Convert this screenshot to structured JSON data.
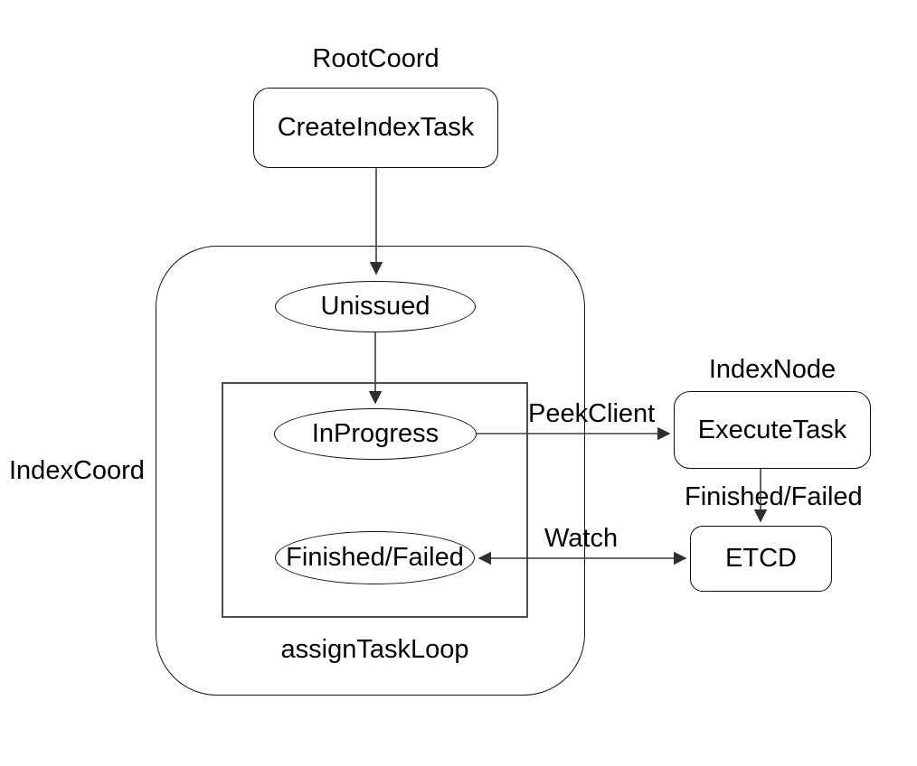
{
  "diagram": {
    "background": "#ffffff",
    "line_color": "#3c3c3c",
    "text_color": "#000000",
    "group_labels": {
      "root_coord": "RootCoord",
      "index_coord": "IndexCoord",
      "index_node": "IndexNode",
      "assign_task_loop": "assignTaskLoop"
    },
    "nodes": {
      "create_index_task": "CreateIndexTask",
      "unissued": "Unissued",
      "in_progress": "InProgress",
      "finished_failed": "Finished/Failed",
      "execute_task": "ExecuteTask",
      "etcd": "ETCD"
    },
    "edge_labels": {
      "peek_client": "PeekClient",
      "finished_failed": "Finished/Failed",
      "watch": "Watch"
    },
    "edges": [
      {
        "from": "CreateIndexTask",
        "to": "Unissued",
        "label": "",
        "direction": "down"
      },
      {
        "from": "Unissued",
        "to": "InProgress",
        "label": "",
        "direction": "down"
      },
      {
        "from": "InProgress",
        "to": "ExecuteTask",
        "label": "PeekClient",
        "direction": "right"
      },
      {
        "from": "ExecuteTask",
        "to": "ETCD",
        "label": "Finished/Failed",
        "direction": "down"
      },
      {
        "from": "ETCD",
        "to": "Finished/Failed",
        "label": "Watch",
        "direction": "bidirectional"
      }
    ]
  }
}
